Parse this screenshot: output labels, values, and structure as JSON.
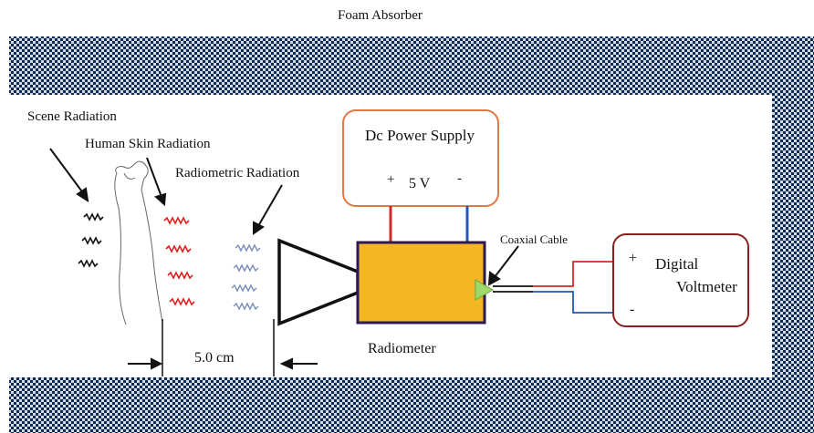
{
  "title": "Foam Absorber",
  "labels": {
    "scene_radiation": "Scene Radiation",
    "human_skin_radiation": "Human Skin Radiation",
    "radiometric_radiation": "Radiometric Radiation",
    "coaxial_cable": "Coaxial Cable",
    "radiometer": "Radiometer",
    "distance": "5.0 cm"
  },
  "power_supply": {
    "label": "Dc Power Supply",
    "plus": "+",
    "voltage": "5 V",
    "minus": "-"
  },
  "voltmeter": {
    "plus": "+",
    "label_line1": "Digital",
    "label_line2": "Voltmeter",
    "minus": "-"
  },
  "colors": {
    "absorber_dark": "#0c2a52",
    "absorber_light": "#d6dbe3",
    "power_box_border": "#e07a45",
    "voltmeter_border": "#8a1f1f",
    "radiometer_fill": "#f5b623",
    "radiometer_border": "#2d1a55",
    "wire_positive": "#d42828",
    "wire_negative": "#2457b0",
    "scene_wave": "#111111",
    "skin_wave": "#e02020",
    "radiometric_wave": "#7a8fb8",
    "connector": "#9fd96a"
  }
}
